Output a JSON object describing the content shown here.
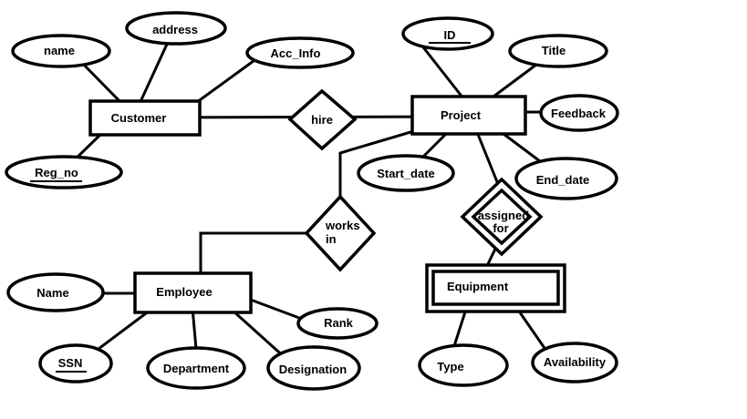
{
  "diagram": {
    "kind": "entity-relationship-diagram",
    "colors": {
      "stroke": "#000000",
      "shape_fill": "#ffffff",
      "background": "#ffffff",
      "text": "#000000"
    },
    "entities": [
      {
        "id": "customer",
        "label": "Customer",
        "weak": false,
        "attributes": [
          {
            "label": "name",
            "key": false
          },
          {
            "label": "address",
            "key": false
          },
          {
            "label": "Acc_Info",
            "key": false
          },
          {
            "label": "Reg_no",
            "key": true
          }
        ]
      },
      {
        "id": "project",
        "label": "Project",
        "weak": false,
        "attributes": [
          {
            "label": "ID",
            "key": true
          },
          {
            "label": "Title",
            "key": false
          },
          {
            "label": "Feedback",
            "key": false
          },
          {
            "label": "End_date",
            "key": false
          },
          {
            "label": "Start_date",
            "key": false
          }
        ]
      },
      {
        "id": "employee",
        "label": "Employee",
        "weak": false,
        "attributes": [
          {
            "label": "Name",
            "key": false
          },
          {
            "label": "SSN",
            "key": true
          },
          {
            "label": "Department",
            "key": false
          },
          {
            "label": "Designation",
            "key": false
          },
          {
            "label": "Rank",
            "key": false
          }
        ]
      },
      {
        "id": "equipment",
        "label": "Equipment",
        "weak": true,
        "attributes": [
          {
            "label": "Type",
            "key": false
          },
          {
            "label": "Availability",
            "key": false
          }
        ]
      }
    ],
    "relationships": [
      {
        "id": "hire",
        "label": "hire",
        "lines": [
          "hire"
        ],
        "weak": false,
        "between": [
          "Customer",
          "Project"
        ]
      },
      {
        "id": "works-in",
        "label": "works in",
        "lines": [
          "works",
          "in"
        ],
        "weak": false,
        "between": [
          "Employee",
          "Project"
        ]
      },
      {
        "id": "assigned-for",
        "label": "assigned for",
        "lines": [
          "assigned",
          "for"
        ],
        "weak": true,
        "between": [
          "Project",
          "Equipment"
        ]
      }
    ]
  }
}
